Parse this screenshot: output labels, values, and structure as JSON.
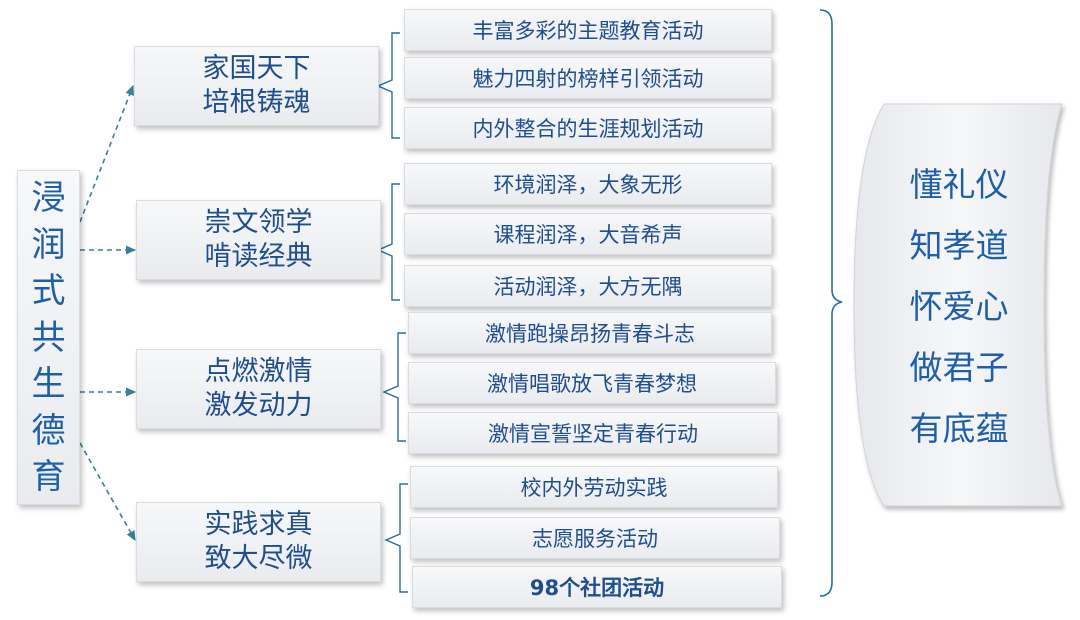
{
  "root": {
    "chars": [
      "浸",
      "润",
      "式",
      "共",
      "生",
      "德",
      "育"
    ]
  },
  "branches": [
    {
      "line1": "家国天下",
      "line2": "培根铸魂",
      "items": [
        "丰富多彩的主题教育活动",
        "魅力四射的榜样引领活动",
        "内外整合的生涯规划活动"
      ]
    },
    {
      "line1": "崇文领学",
      "line2": "啃读经典",
      "items": [
        "环境润泽，大象无形",
        "课程润泽，大音希声",
        "活动润泽，大方无隅"
      ]
    },
    {
      "line1": "点燃激情",
      "line2": "激发动力",
      "items": [
        "激情跑操昂扬青春斗志",
        "激情唱歌放飞青春梦想",
        "激情宣誓坚定青春行动"
      ]
    },
    {
      "line1": "实践求真",
      "line2": "致大尽微",
      "items": [
        "校内外劳动实践",
        "志愿服务活动",
        "98个社团活动"
      ]
    }
  ],
  "outcomes": [
    "懂礼仪",
    "知孝道",
    "怀爱心",
    "做君子",
    "有底蕴"
  ],
  "colors": {
    "text": "#1f4e8c",
    "root_text": "#1f5fa8",
    "connector": "#3a7f9a",
    "bracket": "#2a6f9a"
  }
}
